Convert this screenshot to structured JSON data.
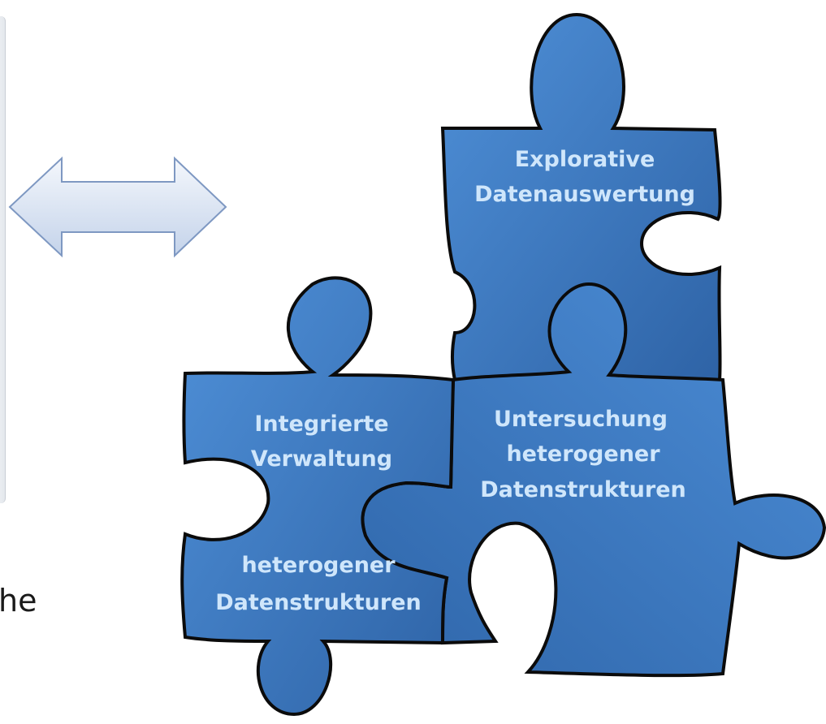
{
  "left_fragment_text": "he",
  "puzzle_pieces": {
    "top": [
      "Explorative",
      "Datenauswertung"
    ],
    "middle": [
      "Untersuchung",
      "heterogener",
      "Datenstrukturen"
    ],
    "left_upper": [
      "Integrierte",
      "Verwaltung"
    ],
    "left_lower": [
      "heterogener",
      "Datenstrukturen"
    ]
  },
  "colors": {
    "piece_fill_light": "#4e8fd6",
    "piece_fill_dark": "#2d63a8",
    "piece_outline": "#0b0b0b",
    "label_text": "#cfe6fb",
    "arrow_fill_light": "#f3f6fb",
    "arrow_fill_dark": "#c7d5ea",
    "arrow_outline": "#7e98c2"
  },
  "icons": [
    "double-arrow-icon",
    "puzzle-piece-icon"
  ]
}
